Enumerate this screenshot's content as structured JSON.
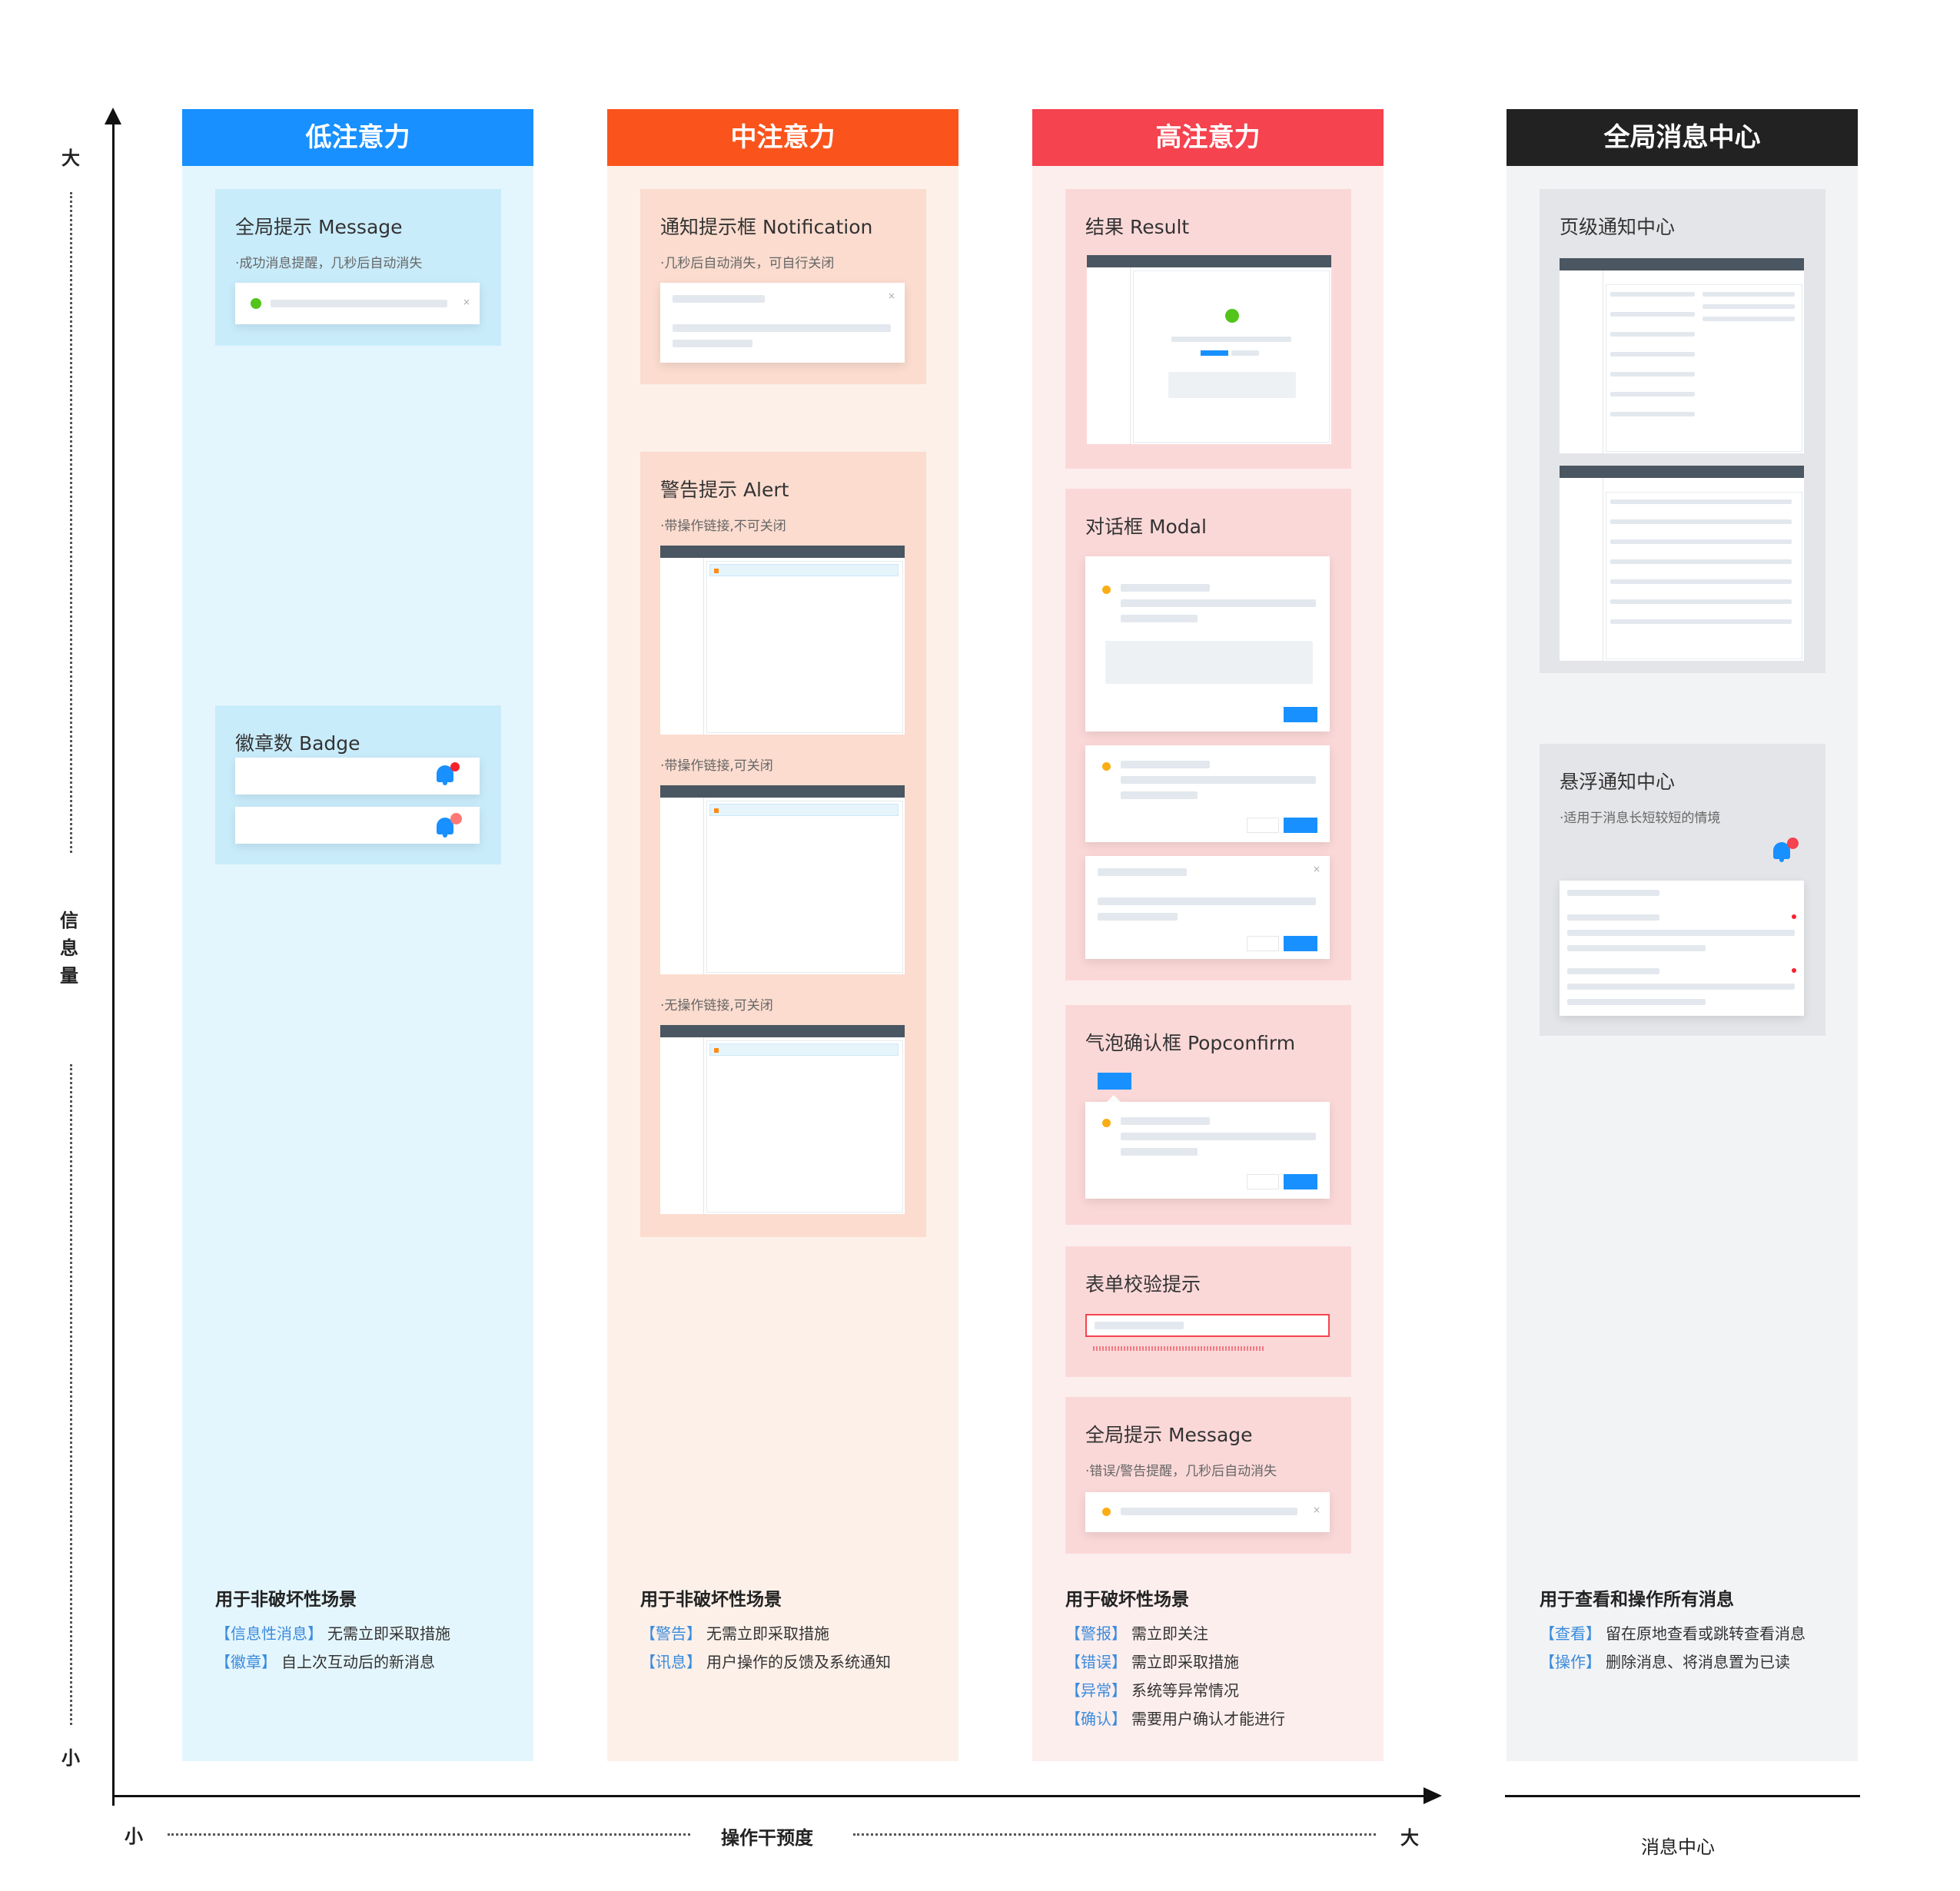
{
  "y_axis": {
    "top": "大",
    "bottom": "小",
    "label": [
      "信",
      "息",
      "量"
    ]
  },
  "x_axis": {
    "left": "小",
    "right": "大",
    "label": "操作干预度"
  },
  "msg_center_axis": {
    "label": "消息中心"
  },
  "columns": [
    {
      "title": "低注意力",
      "color": "#1890ff",
      "cards": [
        {
          "title": "全局提示 Message",
          "sub": "·成功消息提醒，几秒后自动消失"
        },
        {
          "title": "徽章数 Badge"
        }
      ],
      "footer": {
        "title": "用于非破坏性场景",
        "lines": [
          {
            "tag": "【信息性消息】",
            "text": "无需立即采取措施"
          },
          {
            "tag": "【徽章】",
            "text": "自上次互动后的新消息"
          }
        ]
      }
    },
    {
      "title": "中注意力",
      "color": "#fa541c",
      "cards": [
        {
          "title": "通知提示框 Notification",
          "sub": "·几秒后自动消失，可自行关闭"
        },
        {
          "title": "警告提示 Alert",
          "sub": "·带操作链接,不可关闭",
          "sub2": "·带操作链接,可关闭",
          "sub3": "·无操作链接,可关闭"
        }
      ],
      "footer": {
        "title": "用于非破坏性场景",
        "lines": [
          {
            "tag": "【警告】",
            "text": "无需立即采取措施"
          },
          {
            "tag": "【讯息】",
            "text": "用户操作的反馈及系统通知"
          }
        ]
      }
    },
    {
      "title": "高注意力",
      "color": "#f5434f",
      "cards": [
        {
          "title": "结果 Result"
        },
        {
          "title": "对话框 Modal"
        },
        {
          "title": "气泡确认框 Popconfirm"
        },
        {
          "title": "表单校验提示"
        },
        {
          "title": "全局提示 Message",
          "sub": "·错误/警告提醒，几秒后自动消失"
        }
      ],
      "footer": {
        "title": "用于破坏性场景",
        "lines": [
          {
            "tag": "【警报】",
            "text": "需立即关注"
          },
          {
            "tag": "【错误】",
            "text": "需立即采取措施"
          },
          {
            "tag": "【异常】",
            "text": "系统等异常情况"
          },
          {
            "tag": "【确认】",
            "text": "需要用户确认才能进行"
          }
        ]
      }
    },
    {
      "title": "全局消息中心",
      "color": "#222222",
      "cards": [
        {
          "title": "页级通知中心"
        },
        {
          "title": "悬浮通知中心",
          "sub": "·适用于消息长短较短的情境"
        }
      ],
      "footer": {
        "title": "用于查看和操作所有消息",
        "lines": [
          {
            "tag": "【查看】",
            "text": "留在原地查看或跳转查看消息"
          },
          {
            "tag": "【操作】",
            "text": "删除消息、将消息置为已读"
          }
        ]
      }
    }
  ]
}
